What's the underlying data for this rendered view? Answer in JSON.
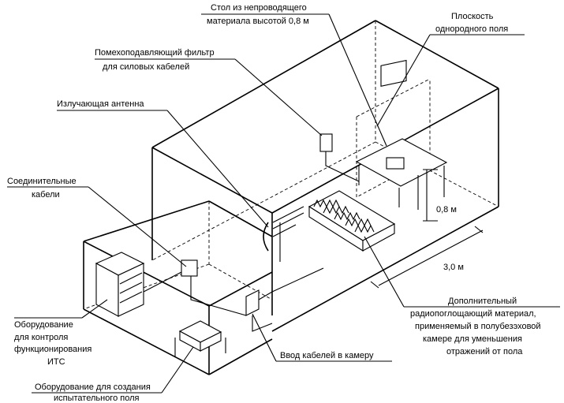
{
  "labels": {
    "table": [
      "Стол из непроводящего",
      "материала высотой 0,8 м"
    ],
    "uniform_field": [
      "Плоскость",
      "однородного поля"
    ],
    "filter": [
      "Помехоподавляющий фильтр",
      "для силовых кабелей"
    ],
    "antenna": [
      "Излучающая антенна"
    ],
    "cables": [
      "Соединительные",
      "кабели"
    ],
    "monitoring": [
      "Оборудование",
      "для контроля",
      "функционирования",
      "ИТС"
    ],
    "field_gen": [
      "Оборудование для создания",
      "испытательного поля"
    ],
    "cable_entry": [
      "Ввод кабелей в камеру"
    ],
    "absorber": [
      "Дополнительный",
      "радиопоглощающий материал,",
      "применяемый в полубезэховой",
      "камере для уменьшения",
      "отражений от пола"
    ]
  },
  "dimensions": {
    "height": "0,8 м",
    "distance": "3,0 м"
  }
}
